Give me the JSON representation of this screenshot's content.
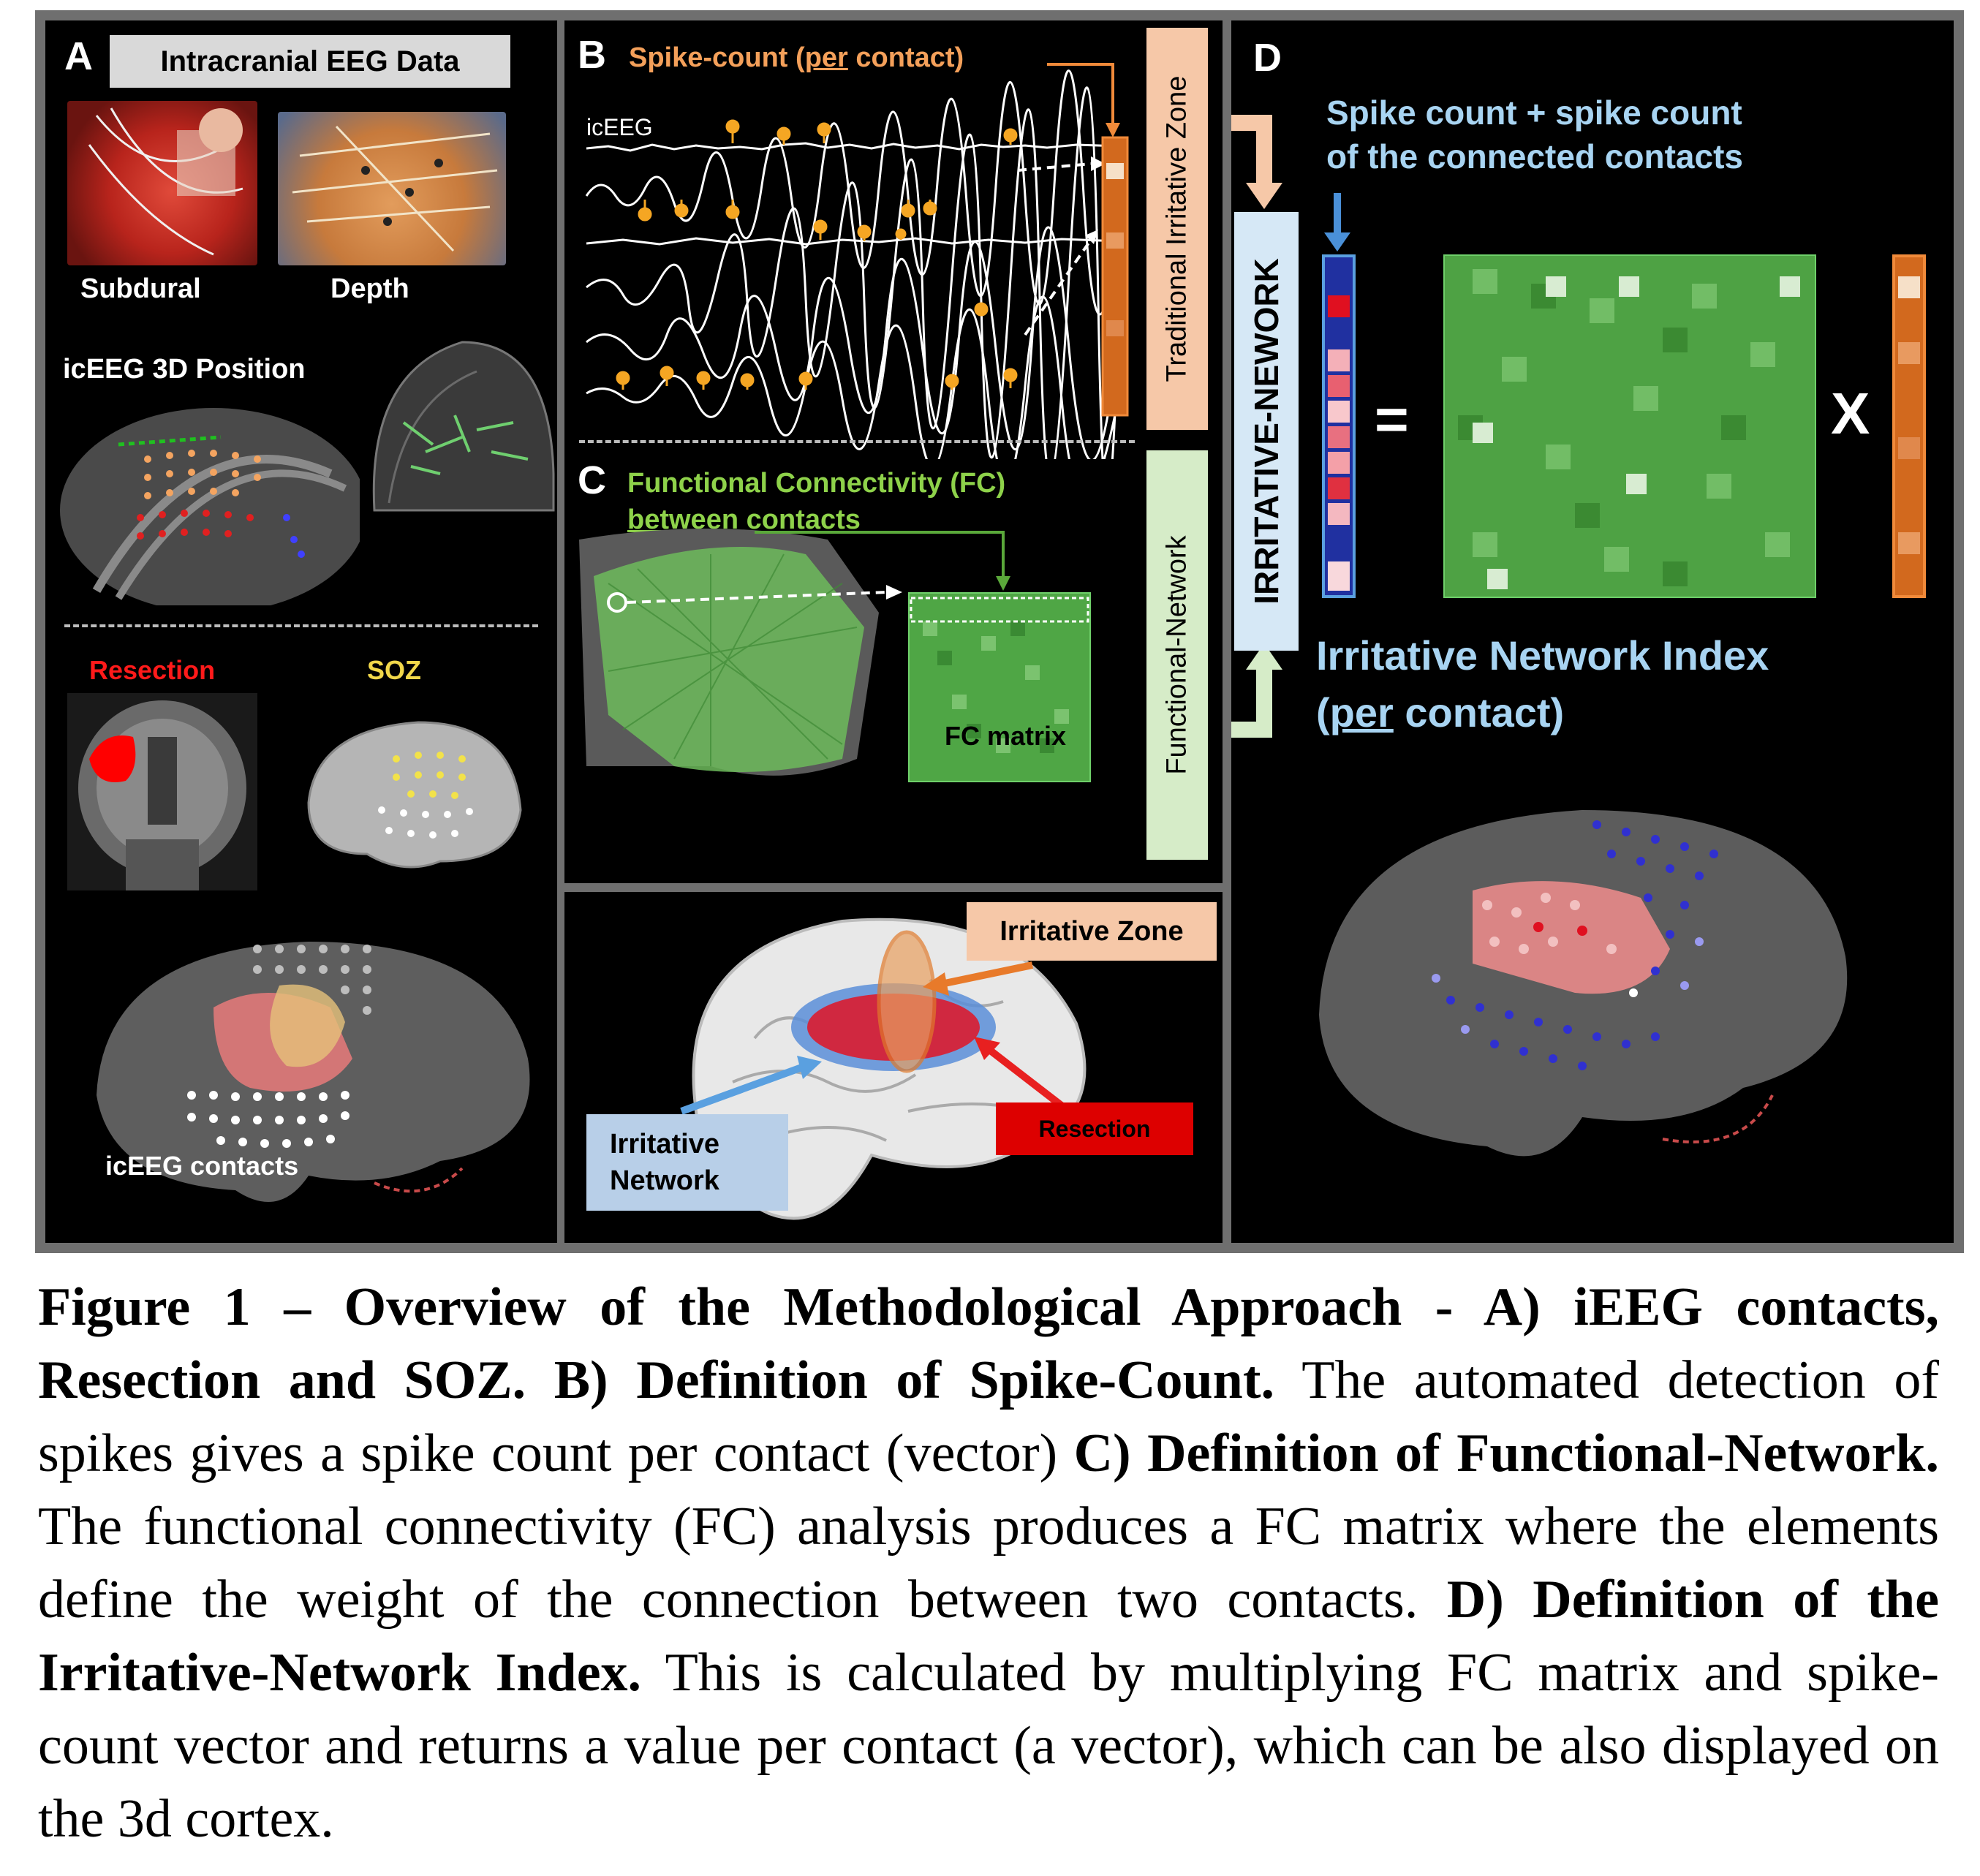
{
  "panel_a": {
    "letter": "A",
    "header": "Intracranial EEG Data",
    "photo_left_label": "Subdural",
    "photo_right_label": "Depth",
    "position_label": "icEEG 3D Position",
    "resection_label": "Resection",
    "soz_label": "SOZ",
    "contacts_label": "icEEG contacts"
  },
  "panel_b": {
    "letter": "B",
    "title_pre": "Spike-count (",
    "title_under": "per",
    "title_post": " contact)",
    "trace_label": "icEEG",
    "vertical_label": "Traditional Irritative Zone"
  },
  "panel_c": {
    "letter": "C",
    "title_line1": "Functional Connectivity (FC)",
    "title_under": "between",
    "title_post": " contacts",
    "matrix_label": "FC matrix",
    "vertical_label": "Functional-Network"
  },
  "panel_bottom": {
    "irritative_zone": "Irritative Zone",
    "irritative_network_line1": "Irritative",
    "irritative_network_line2": "Network",
    "resection": "Resection"
  },
  "panel_d": {
    "letter": "D",
    "formula_line1": "Spike count + spike count",
    "formula_line2": "of the connected contacts",
    "vertical_label": "IRRITATIVE-NEWORK",
    "equals": "=",
    "times": "X",
    "index_line1": "Irritative Network Index",
    "index_line2_pre": "(",
    "index_line2_under": "per",
    "index_line2_post": " contact)"
  },
  "caption": {
    "s1": "Figure 1 – Overview of the Methodological Approach - A) iEEG contacts, Resection and SOZ. B) Definition of Spike-Count.",
    "s2": " The automated detection of spikes gives a spike count per contact (vector) ",
    "s3": "C) Definition of Functional-Network.",
    "s4": " The functional connectivity (FC) analysis produces a FC matrix where the elements define the weight of the connection between two contacts. ",
    "s5": "D) Definition of the Irritative-Network Index.",
    "s6": " This is calculated by multiplying FC matrix and spike-count vector and returns a value per contact (a vector), which can be also displayed on the 3d cortex."
  },
  "colors": {
    "spike_orange": "#f5a623",
    "label_orange": "#f4a05a",
    "label_green": "#8ed24a",
    "label_blue": "#a8d4f2",
    "fc_green": "#3f9a36",
    "resection_red": "#e00000"
  }
}
